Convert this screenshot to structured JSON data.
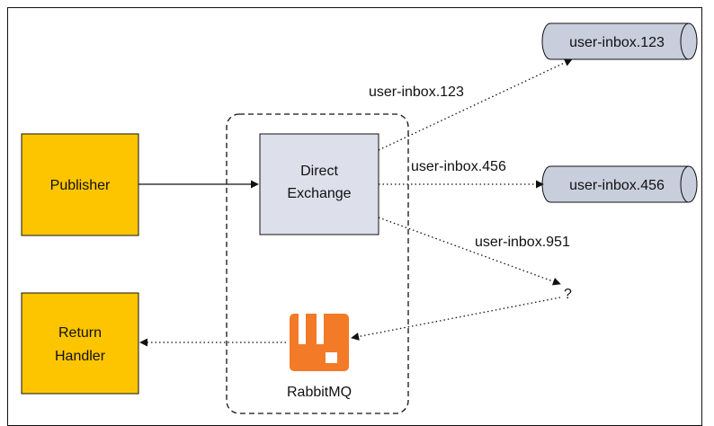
{
  "nodes": {
    "publisher": "Publisher",
    "exchange_line1": "Direct",
    "exchange_line2": "Exchange",
    "return_line1": "Return",
    "return_line2": "Handler",
    "rabbitmq": "RabbitMQ",
    "unknown": "?"
  },
  "queues": {
    "q123": "user-inbox.123",
    "q456": "user-inbox.456"
  },
  "routing_keys": {
    "k123": "user-inbox.123",
    "k456": "user-inbox.456",
    "k951": "user-inbox.951"
  },
  "colors": {
    "publisher_fill": "#fdc500",
    "exchange_fill": "#dde0ea",
    "queue_fill": "#c9cedd",
    "rabbitmq_orange": "#f37a26",
    "stroke": "#111111"
  },
  "icons": [
    "rabbitmq-logo-icon"
  ]
}
